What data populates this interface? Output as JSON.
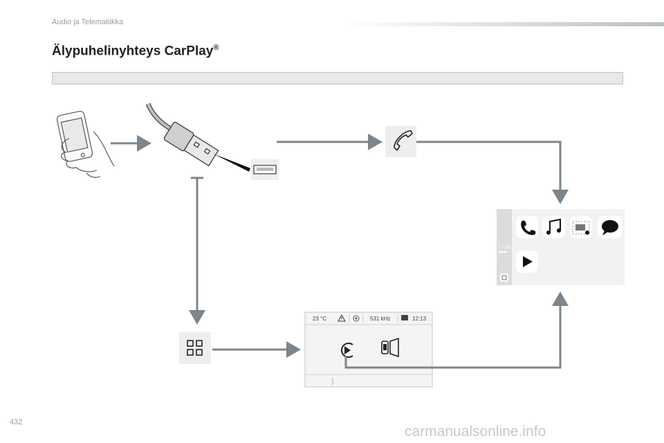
{
  "header": {
    "section": "Audio ja Telematiikka"
  },
  "page": {
    "title_main": "Älypuhelinyhteys CarPlay",
    "title_mark": "®",
    "number": "432"
  },
  "screen_small": {
    "temperature": "23 °C",
    "frequency": "531 kHz",
    "time": "12:13"
  },
  "carplay_screen": {
    "time": "17:50"
  },
  "watermark": "carmanualsonline.info",
  "icons": [
    "smartphone-hand-icon",
    "usb-plug-icon",
    "usb-port-icon",
    "phone-handset-icon",
    "apps-grid-icon",
    "carplay-home-screen",
    "play-circle-icon",
    "mirror-screen-icon"
  ],
  "colors": {
    "arrow": "#7c868c",
    "panel": "#eceeef",
    "band": "#e6e8e9"
  }
}
